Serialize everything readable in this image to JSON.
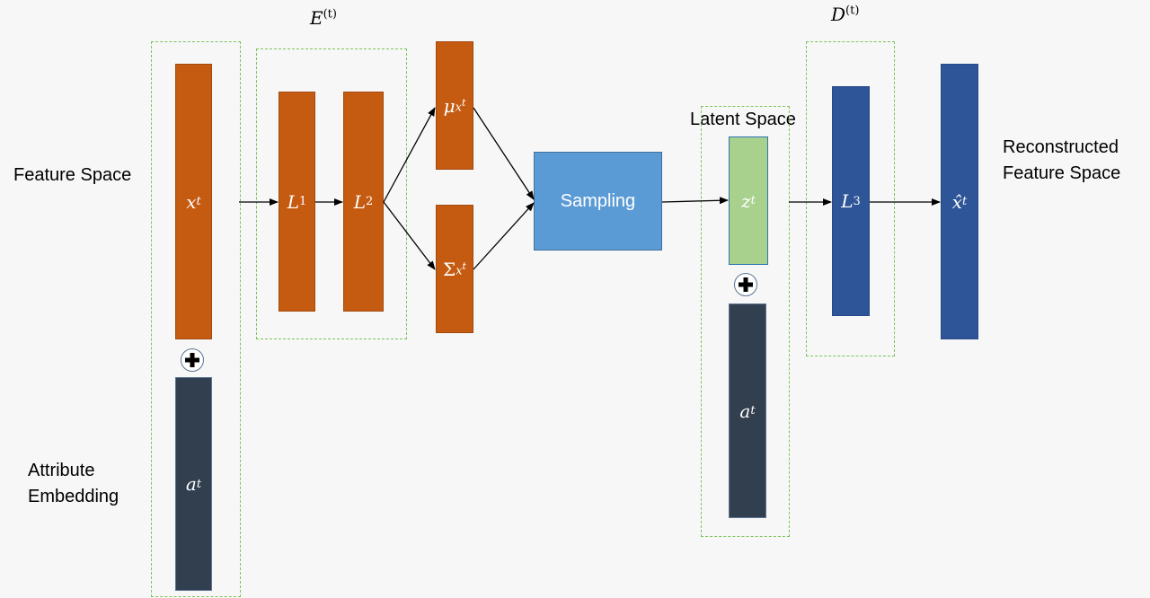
{
  "labels": {
    "feature_space": "Feature Space",
    "attribute_embedding": "Attribute\nEmbedding",
    "latent_space": "Latent Space",
    "reconstructed": "Reconstructed\nFeature Space",
    "encoder": "E",
    "encoder_sup": "(t)",
    "decoder": "D",
    "decoder_sup": "(t)"
  },
  "blocks": {
    "input": {
      "base": "x",
      "sup": "t"
    },
    "attr": {
      "base": "a",
      "sup": "t"
    },
    "l1": {
      "base": "L",
      "sub": "1"
    },
    "l2": {
      "base": "L",
      "sub": "2"
    },
    "mu": {
      "base": "μ",
      "sub": "x",
      "subsup": "t"
    },
    "sigma": {
      "base": "Σ",
      "sub": "x",
      "subsup": "t"
    },
    "sampling": "Sampling",
    "z": {
      "base": "z",
      "sup": "t"
    },
    "attr2": {
      "base": "a",
      "sup": "t"
    },
    "l3": {
      "base": "L",
      "sub": "3"
    },
    "output": {
      "base": "x̂",
      "sup": "t"
    }
  },
  "colors": {
    "orange": "#c55a11",
    "dark": "#323f4f",
    "blue": "#2e5597",
    "green": "#a9d18e",
    "sampling": "#5b9bd5",
    "dashed_border": "#7cc35a"
  }
}
